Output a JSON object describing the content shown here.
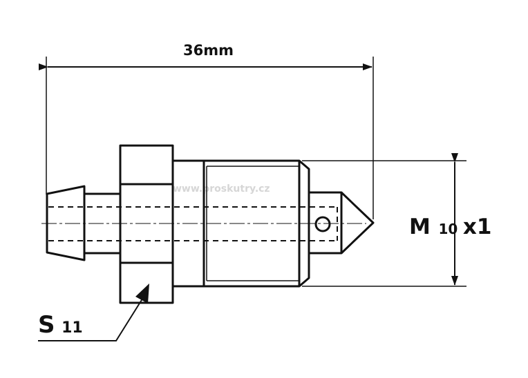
{
  "dimensions": {
    "length_value": "36mm",
    "thread_prefix": "M",
    "thread_diameter": "10",
    "thread_pitch": "x1",
    "wrench_prefix": "S",
    "wrench_size": "11"
  },
  "watermark": "www.proskutry.cz",
  "colors": {
    "line": "#111111",
    "watermark": "#d6d6d6",
    "background": "#ffffff"
  }
}
